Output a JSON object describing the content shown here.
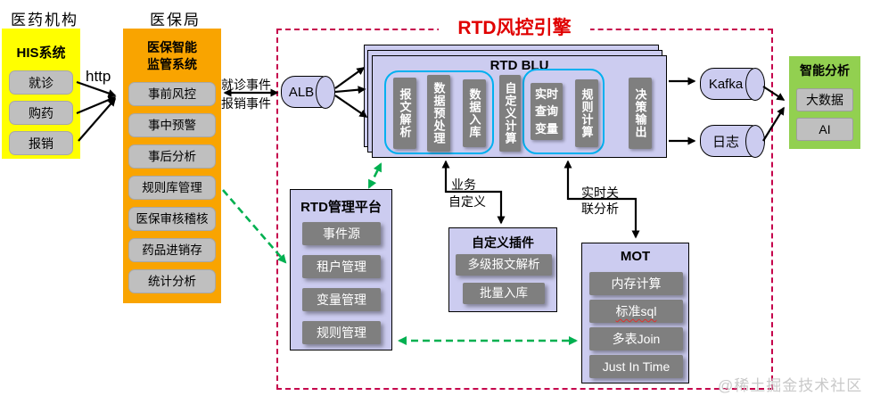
{
  "headings": {
    "pharma": "医药机构",
    "bureau": "医保局"
  },
  "engine": {
    "title": "RTD风控引擎"
  },
  "his": {
    "title": "HIS系统",
    "items": [
      "就诊",
      "购药",
      "报销"
    ]
  },
  "bureau": {
    "title": "医保智能\n监管系统",
    "items": [
      "事前风控",
      "事中预警",
      "事后分析",
      "规则库管理",
      "医保审核稽核",
      "药品进销存",
      "统计分析"
    ]
  },
  "labels": {
    "http": "http",
    "events": [
      "就诊事件",
      "报销事件"
    ],
    "biz_custom": [
      "业务",
      "自定义"
    ],
    "realtime": [
      "实时关",
      "联分析"
    ]
  },
  "cylinders": {
    "alb": "ALB",
    "kafka": "Kafka",
    "log": "日志"
  },
  "blu": {
    "title": "RTD BLU",
    "modules": [
      "报文解析",
      "数据预处理",
      "数据入库",
      "自定义计算",
      "实时查询变量",
      "规则计算",
      "决策输出"
    ]
  },
  "mgmt": {
    "title": "RTD管理平台",
    "items": [
      "事件源",
      "租户管理",
      "变量管理",
      "规则管理"
    ]
  },
  "plugin": {
    "title": "自定义插件",
    "items": [
      "多级报文解析",
      "批量入库"
    ]
  },
  "mot": {
    "title": "MOT",
    "items": [
      "内存计算",
      "标准sql",
      "多表Join",
      "Just In Time"
    ]
  },
  "analysis": {
    "title": "智能分析",
    "items": [
      "大数据",
      "AI"
    ]
  },
  "watermark": "@稀土掘金技术社区",
  "colors": {
    "yellow": "#FFFF00",
    "orange": "#F9A400",
    "lavender": "#CCCCF0",
    "gray_dark": "#7F7F7F",
    "gray_light": "#BFBFBF",
    "green_box": "#92D050",
    "cyan_outline": "#00B0F0",
    "green_arrow": "#00B050",
    "red_border": "#C5004B",
    "red_title": "#E00000"
  }
}
